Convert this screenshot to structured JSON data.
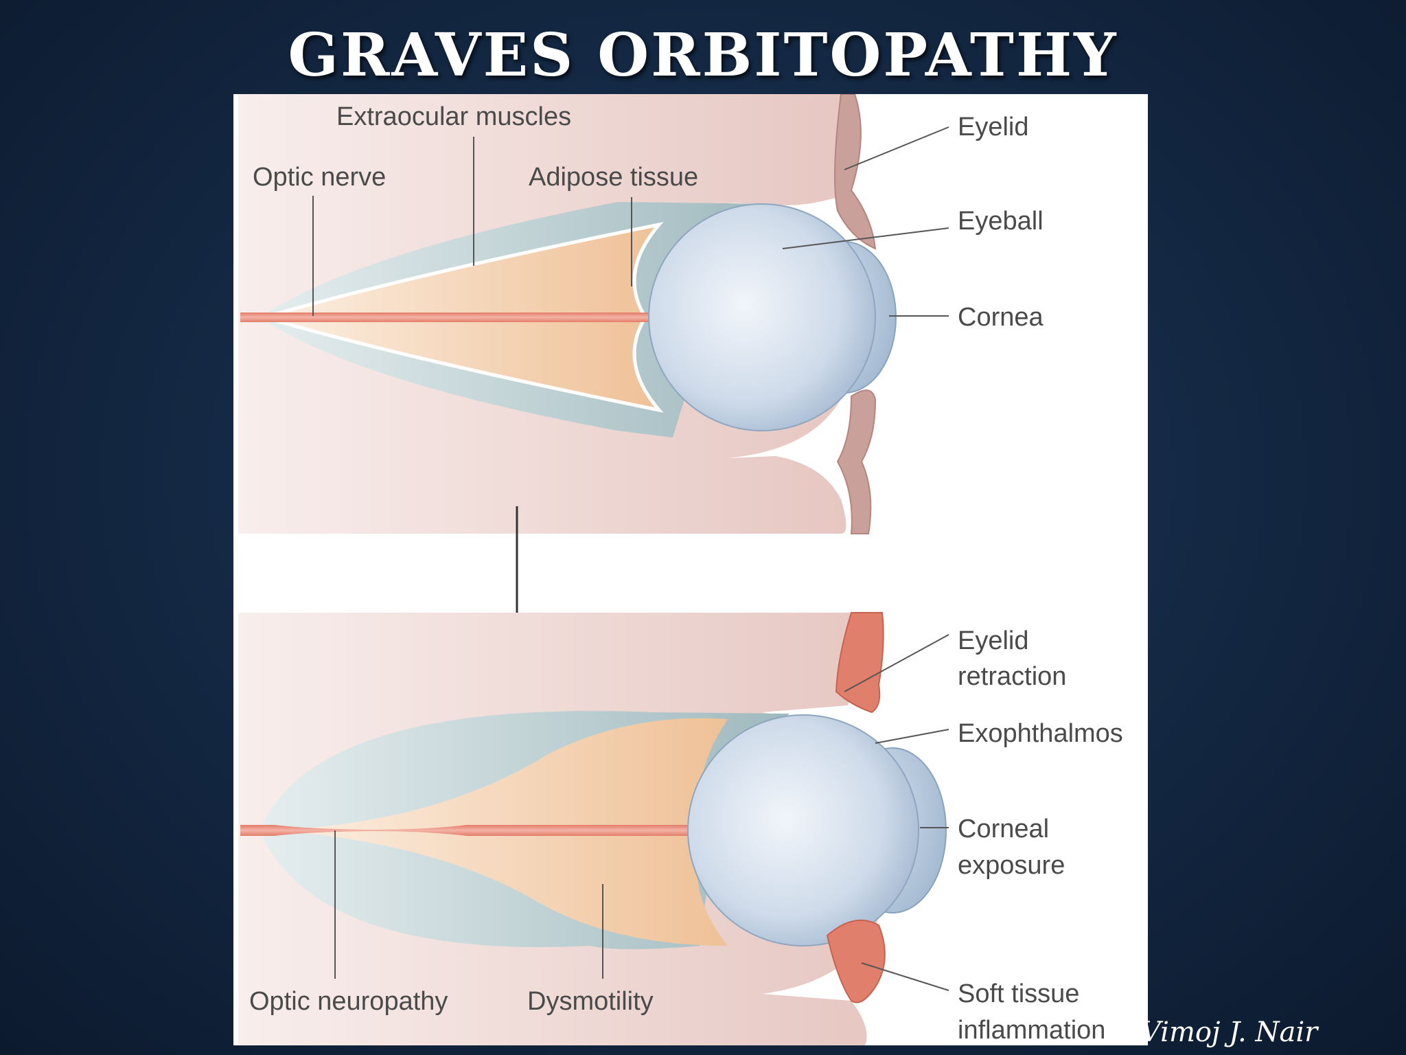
{
  "slide": {
    "title": "GRAVES ORBITOPATHY",
    "author": "Vimoj J. Nair"
  },
  "diagram": {
    "top_panel": {
      "labels": {
        "extraocular_muscles": "Extraocular muscles",
        "optic_nerve": "Optic nerve",
        "adipose_tissue": "Adipose tissue",
        "eyelid": "Eyelid",
        "eyeball": "Eyeball",
        "cornea": "Cornea"
      }
    },
    "bottom_panel": {
      "labels": {
        "eyelid_retraction_1": "Eyelid",
        "eyelid_retraction_2": "retraction",
        "exophthalmos": "Exophthalmos",
        "corneal_exposure_1": "Corneal",
        "corneal_exposure_2": "exposure",
        "soft_tissue_1": "Soft tissue",
        "soft_tissue_2": "inflammation",
        "optic_neuropathy": "Optic neuropathy",
        "dysmotility": "Dysmotility"
      }
    },
    "colors": {
      "orbit_wall": "#ecd3cf",
      "orbit_wall_light": "#f7ecea",
      "muscle": "#a6bfc4",
      "muscle_light": "#dfe9ea",
      "adipose": "#f1c69d",
      "adipose_light": "#fbe8d6",
      "eyeball": "#cbd8e8",
      "cornea": "#a9bfd6",
      "eyelid": "#c99590",
      "eyelid_inflamed": "#e0826d",
      "optic_nerve": "#e38a7a",
      "label_text": "#4a4a4a"
    }
  }
}
